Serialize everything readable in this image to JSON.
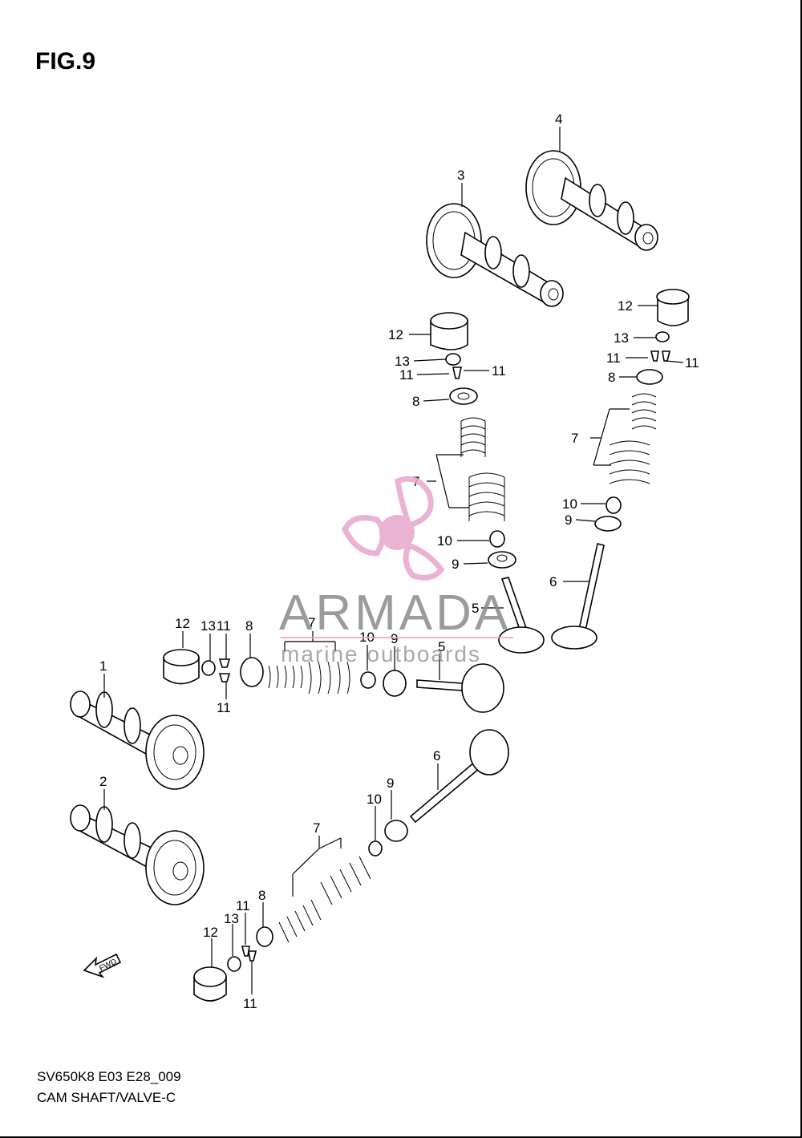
{
  "figure": {
    "title": "FIG.9",
    "code": "SV650K8 E03 E28_009",
    "name": "CAM SHAFT/VALVE-C"
  },
  "watermark": {
    "name": "ARMADA",
    "subtitle": "marine outboards",
    "logo_color": "#e8a6cc"
  },
  "fwd_label": "FWD",
  "callouts": {
    "c1": "1",
    "c2": "2",
    "c3": "3",
    "c4": "4",
    "c5a": "5",
    "c5b": "5",
    "c6a": "6",
    "c6b": "6",
    "c7a": "7",
    "c7b": "7",
    "c7c": "7",
    "c7d": "7",
    "c8a": "8",
    "c8b": "8",
    "c8c": "8",
    "c8d": "8",
    "c9a": "9",
    "c9b": "9",
    "c9c": "9",
    "c9d": "9",
    "c10a": "10",
    "c10b": "10",
    "c10c": "10",
    "c10d": "10",
    "c11a": "11",
    "c11b": "11",
    "c11c": "11",
    "c11d": "11",
    "c11e": "11",
    "c11f": "11",
    "c11g": "11",
    "c11h": "11",
    "c12a": "12",
    "c12b": "12",
    "c12c": "12",
    "c12d": "12",
    "c13a": "13",
    "c13b": "13",
    "c13c": "13",
    "c13d": "13"
  }
}
